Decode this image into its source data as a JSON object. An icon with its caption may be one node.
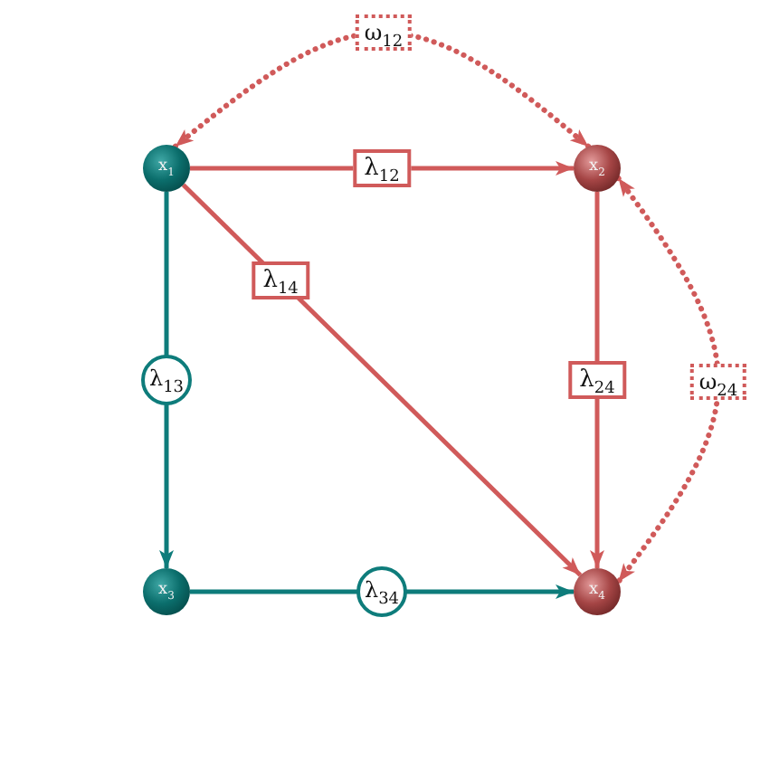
{
  "diagram": {
    "nodes": [
      {
        "text": [
          "x$_{1}$"
        ]
      },
      {
        "text": [
          "x$_{2}$"
        ]
      },
      {
        "text": [
          "x$_{3}$"
        ]
      },
      {
        "text": [
          "x$_{4}$"
        ]
      }
    ],
    "edges": [
      {
        "from": 0,
        "to": 1,
        "arrow": "to",
        "label": "λ$_{12}$"
      },
      {
        "from": 0,
        "to": 3,
        "arrow": "to",
        "label": "λ$_{14}$"
      },
      {
        "from": 0,
        "to": 2,
        "arrow": "to",
        "label": "λ$_{13}$",
        "color": "#0e7c7b"
      },
      {
        "from": 1,
        "to": 3,
        "arrow": "to",
        "label": "λ$_{24}$"
      },
      {
        "from": 2,
        "to": 3,
        "arrow": "to",
        "label": "λ$_{34}$",
        "color": "#0e7c7b"
      },
      {
        "from": 1,
        "to": 0,
        "arrow": "both",
        "label": "ω$_{12}$",
        "style": "dashed"
      },
      {
        "from": 1,
        "to": 3,
        "arrow": "both",
        "label": "ω$_{24}$",
        "style": "dashed"
      }
    ]
  }
}
